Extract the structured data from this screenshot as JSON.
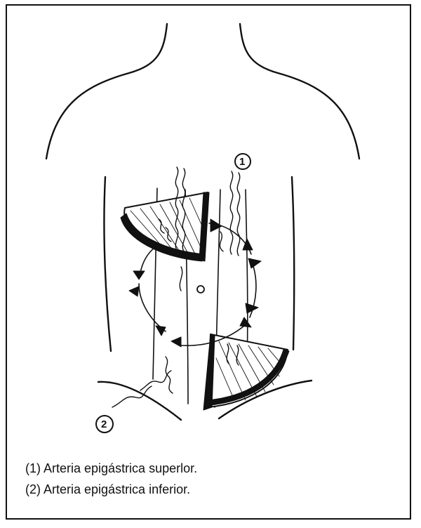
{
  "figure": {
    "callout_1": "1",
    "callout_2": "2",
    "umbilicus_marker": "o"
  },
  "legend": {
    "items": [
      "(1) Arteria epigástrica superlor.",
      "(2) Arteria epigástrica inferior."
    ]
  },
  "colors": {
    "ink": "#111111",
    "paper": "#ffffff"
  }
}
